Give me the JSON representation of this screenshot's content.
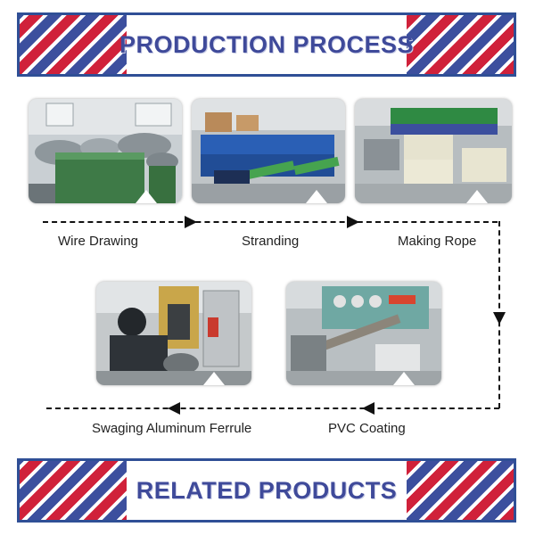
{
  "header": {
    "title": "PRODUCTION PROCESS"
  },
  "footer": {
    "title": "RELATED PRODUCTS"
  },
  "steps": [
    {
      "label": "Wire Drawing"
    },
    {
      "label": "Stranding"
    },
    {
      "label": "Making Rope"
    },
    {
      "label": "PVC Coating"
    },
    {
      "label": "Swaging Aluminum Ferrule"
    }
  ],
  "colors": {
    "stripe_red": "#d0213a",
    "stripe_blue": "#3c4f9e",
    "title_blue": "#3f4a9a",
    "machine_green": "#2f8a43",
    "machine_blue": "#2a5fb5"
  }
}
